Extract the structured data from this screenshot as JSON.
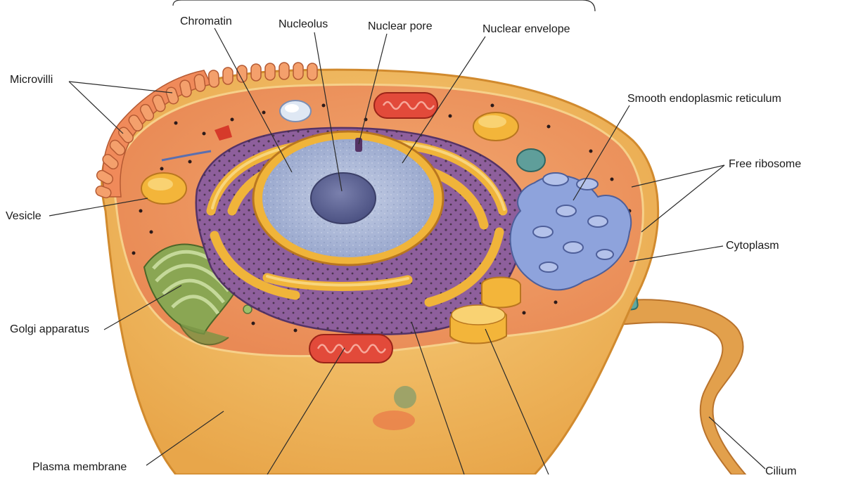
{
  "labels": {
    "chromatin": "Chromatin",
    "nucleolus": "Nucleolus",
    "nuclear_pore": "Nuclear pore",
    "nuclear_envelope": "Nuclear envelope",
    "microvilli": "Microvilli",
    "smooth_er": "Smooth endoplasmic reticulum",
    "free_ribosome": "Free ribosome",
    "vesicle": "Vesicle",
    "cytoplasm": "Cytoplasm",
    "golgi": "Golgi apparatus",
    "plasma_membrane": "Plasma membrane",
    "cilium": "Cilium"
  },
  "colors": {
    "cell_body": "#f2b85a",
    "cytoplasm": "#ee9a62",
    "membrane": "#e5a33e",
    "nucleus_purple": "#8e5f9c",
    "nucleoplasm": "#a8b6d6",
    "nucleolus": "#5f6595",
    "rough_er": "#f0b43a",
    "golgi": "#7f9a4e",
    "smooth_er": "#8a9fd8",
    "mitochondria": "#e24a3a",
    "cilium": "#d9933f"
  }
}
